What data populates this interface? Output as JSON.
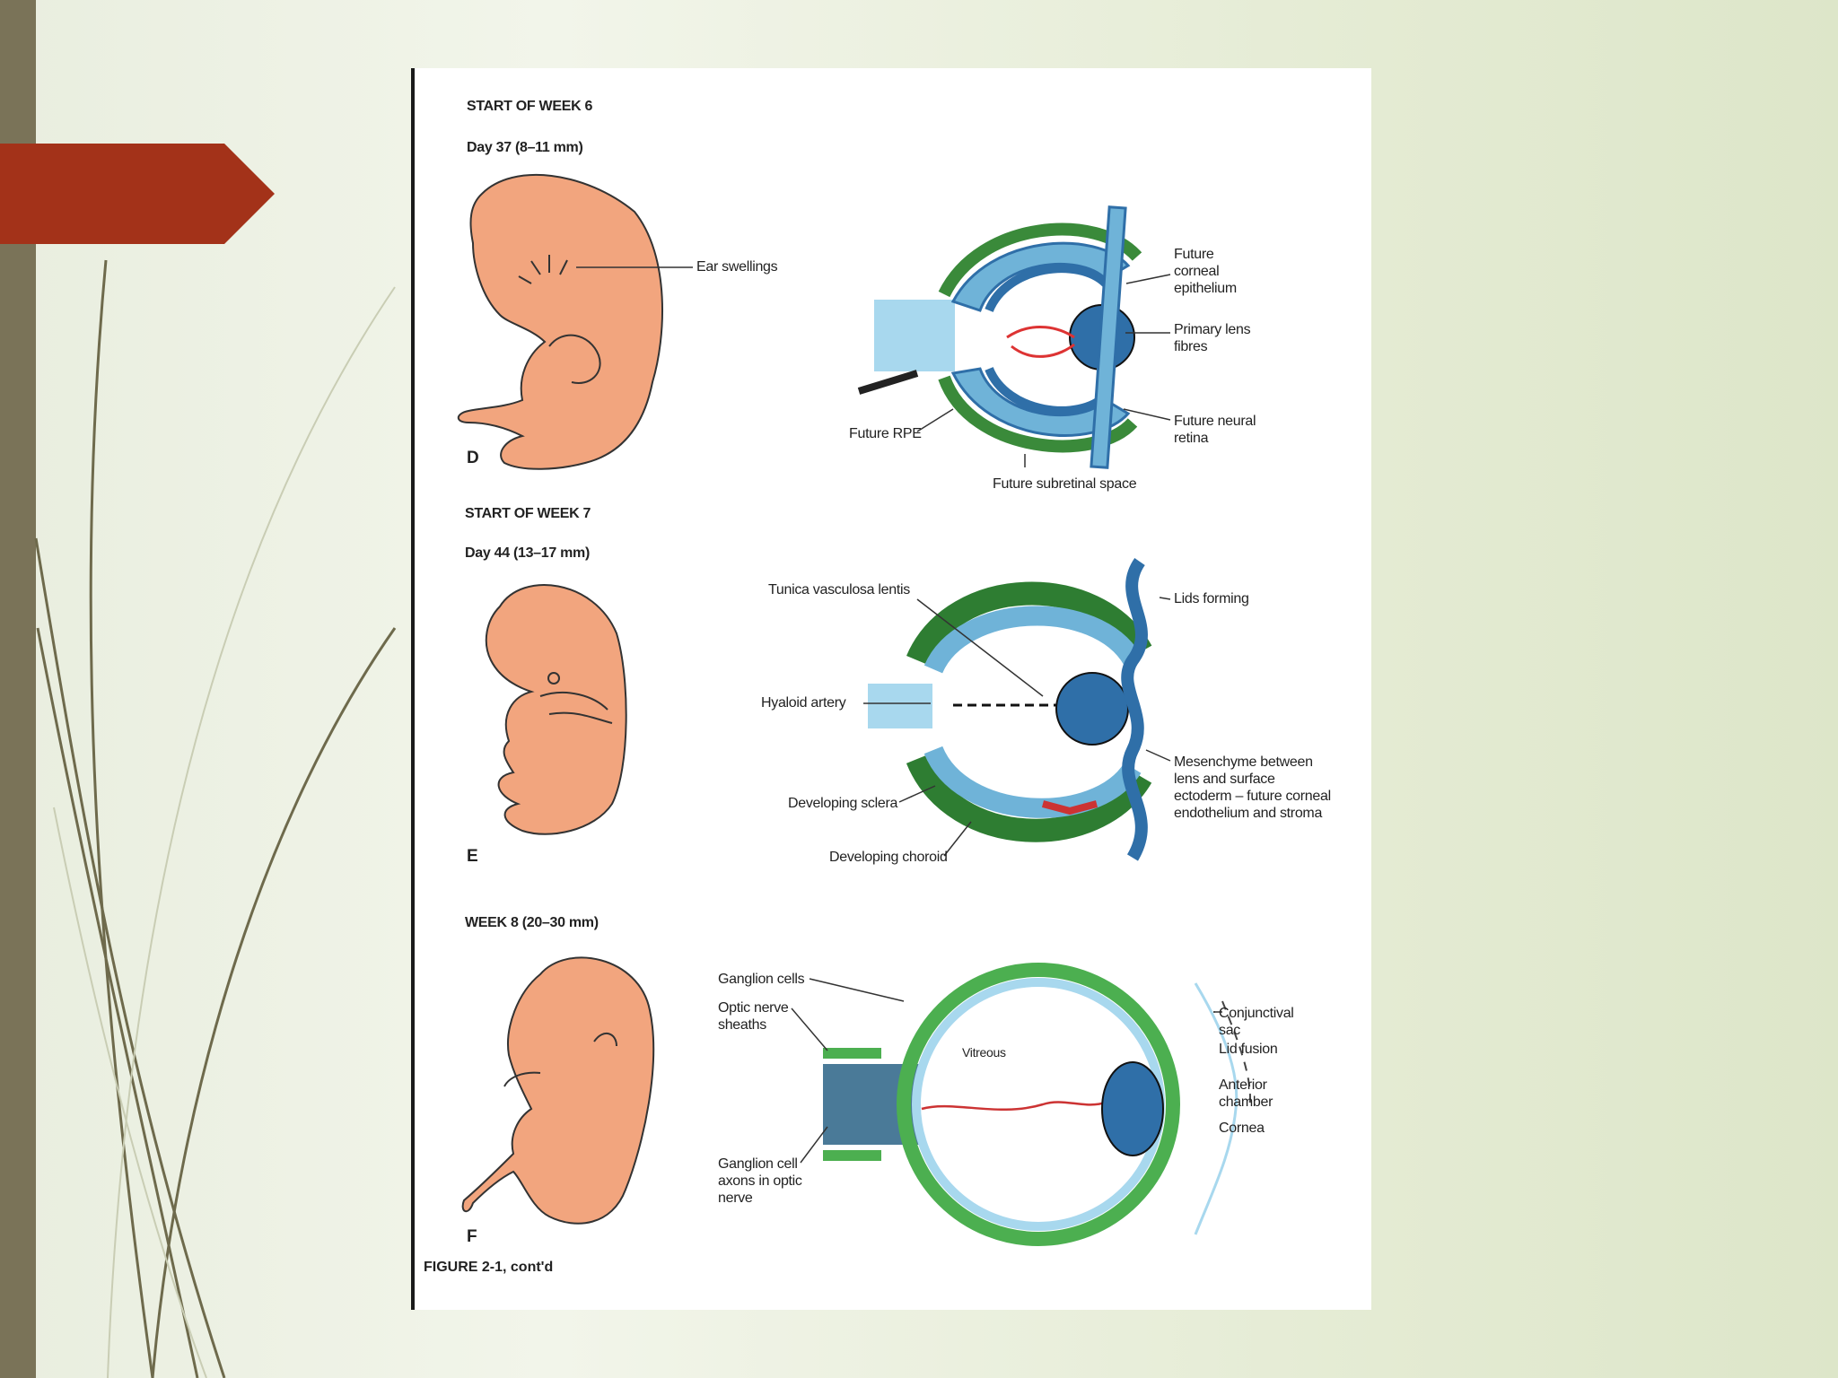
{
  "colors": {
    "accent_arrow": "#a33219",
    "side_bar": "#7a7358",
    "embryo": "#f2a57e",
    "retina_blue": "#6fb3d8",
    "lens_blue": "#2f6fa8",
    "sclera_green": "#4caf50",
    "choroid_red": "#cc3333"
  },
  "panel_d": {
    "heading": "START OF WEEK 6",
    "day": "Day 37 (8–11 mm)",
    "letter": "D",
    "labels": {
      "ear": "Ear swellings",
      "corneal": "Future\ncorneal\nepithelium",
      "lens": "Primary lens\nfibres",
      "retina": "Future neural\nretina",
      "rpe": "Future RPE",
      "subretinal": "Future subretinal space"
    }
  },
  "panel_e": {
    "heading": "START OF WEEK 7",
    "day": "Day 44 (13–17 mm)",
    "letter": "E",
    "labels": {
      "tunica": "Tunica vasculosa lentis",
      "lids": "Lids forming",
      "hyaloid": "Hyaloid artery",
      "mesenchyme": "Mesenchyme between\nlens and surface\nectoderm – future corneal\nendothelium and stroma",
      "sclera": "Developing sclera",
      "choroid": "Developing choroid"
    }
  },
  "panel_f": {
    "heading": "WEEK 8 (20–30 mm)",
    "letter": "F",
    "labels": {
      "ganglion": "Ganglion cells",
      "optic_sheaths": "Optic nerve\nsheaths",
      "vitreous": "Vitreous",
      "conjunctival": "Conjunctival\nsac",
      "lid_fusion": "Lid fusion",
      "anterior": "Anterior\nchamber",
      "cornea": "Cornea",
      "axons": "Ganglion cell\naxons in optic\nnerve"
    }
  },
  "caption": "FIGURE 2-1,  cont'd"
}
